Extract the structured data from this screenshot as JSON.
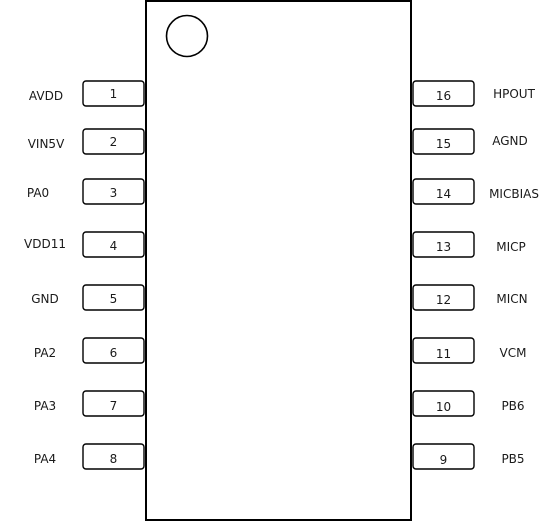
{
  "ic": {
    "left_pins": [
      {
        "num": "1",
        "name": "AVDD"
      },
      {
        "num": "2",
        "name": "VIN5V"
      },
      {
        "num": "3",
        "name": "PA0"
      },
      {
        "num": "4",
        "name": "VDD11"
      },
      {
        "num": "5",
        "name": "GND"
      },
      {
        "num": "6",
        "name": "PA2"
      },
      {
        "num": "7",
        "name": "PA3"
      },
      {
        "num": "8",
        "name": "PA4"
      }
    ],
    "right_pins": [
      {
        "num": "16",
        "name": "HPOUT"
      },
      {
        "num": "15",
        "name": "AGND"
      },
      {
        "num": "14",
        "name": "MICBIAS"
      },
      {
        "num": "13",
        "name": "MICP"
      },
      {
        "num": "12",
        "name": "MICN"
      },
      {
        "num": "11",
        "name": "VCM"
      },
      {
        "num": "10",
        "name": "PB6"
      },
      {
        "num": "9",
        "name": "PB5"
      }
    ]
  }
}
